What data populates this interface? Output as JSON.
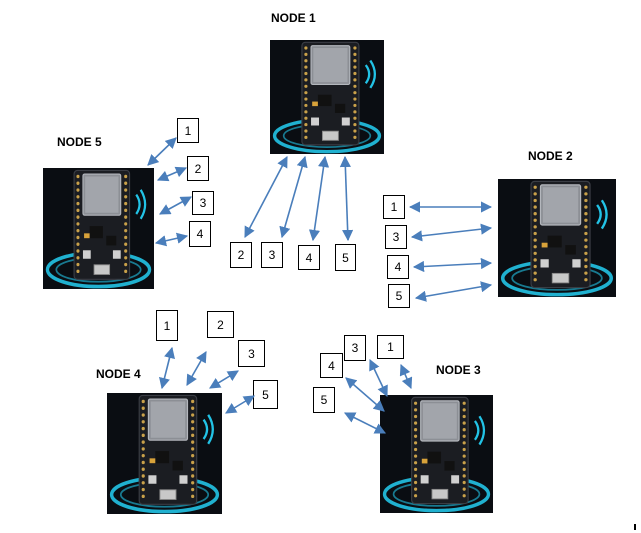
{
  "nodes": [
    {
      "id": "node-1",
      "label": "NODE 1",
      "boxes": [
        "2",
        "3",
        "4",
        "5"
      ]
    },
    {
      "id": "node-2",
      "label": "NODE 2",
      "boxes": [
        "1",
        "3",
        "4",
        "5"
      ]
    },
    {
      "id": "node-3",
      "label": "NODE 3",
      "boxes": [
        "3",
        "1",
        "4",
        "5"
      ]
    },
    {
      "id": "node-4",
      "label": "NODE 4",
      "boxes": [
        "1",
        "2",
        "3",
        "5"
      ]
    },
    {
      "id": "node-5",
      "label": "NODE 5",
      "boxes": [
        "1",
        "2",
        "3",
        "4"
      ]
    }
  ],
  "board_image": "esp32-devkit-board",
  "colors": {
    "arrow": "#4a7ebb",
    "ring": "#22c3e6",
    "board": "#0a0d12"
  }
}
